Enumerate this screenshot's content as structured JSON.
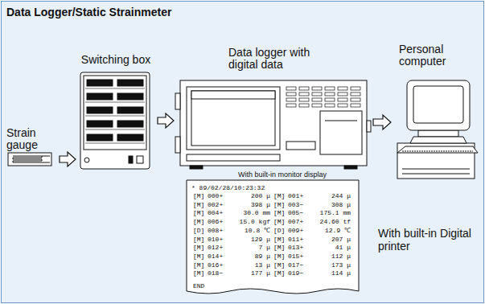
{
  "diagram": {
    "title": "Data Logger/Static Strainmeter",
    "nodes": [
      {
        "text": [
          "Strain gauge"
        ]
      },
      {
        "text": [
          "Switching box"
        ]
      },
      {
        "text": [
          "Data logger with digital data"
        ]
      },
      {
        "text": [
          "Personal computer"
        ]
      }
    ],
    "edges": [
      {
        "from": 0,
        "to": 1,
        "arrow": "to"
      },
      {
        "from": 1,
        "to": 2,
        "arrow": "to"
      },
      {
        "from": 2,
        "to": 3,
        "arrow": "to"
      }
    ],
    "labels": [
      "With built-in monitor display",
      "With built-in Digital printer",
      "* 89/02/28/10:23:32",
      "[M]",
      "000+",
      "200 μ",
      "[M]",
      "001+",
      "244 μ",
      "[M]",
      "002+",
      "398 μ",
      "[M]",
      "003−",
      "308 μ",
      "[M]",
      "004+",
      "30.0 mm",
      "[M]",
      "005−",
      "175.1 mm",
      "[M]",
      "006+",
      "15.0 kgf",
      "[M]",
      "007+",
      "24.60 tf",
      "[D]",
      "008+",
      "10.8 ℃",
      "[D]",
      "009+",
      "12.9 ℃",
      "[M]",
      "010+",
      "129 μ",
      "[M]",
      "011+",
      "207 μ",
      "[M]",
      "012+",
      "7 μ",
      "[M]",
      "013+",
      "41 μ",
      "[M]",
      "014+",
      "89 μ",
      "[M]",
      "015+",
      "112 μ",
      "[M]",
      "016+",
      "13 μ",
      "[M]",
      "017−",
      "173 μ",
      "[M]",
      "018−",
      "177 μ",
      "[M]",
      "019−",
      "114 μ",
      "END"
    ]
  }
}
